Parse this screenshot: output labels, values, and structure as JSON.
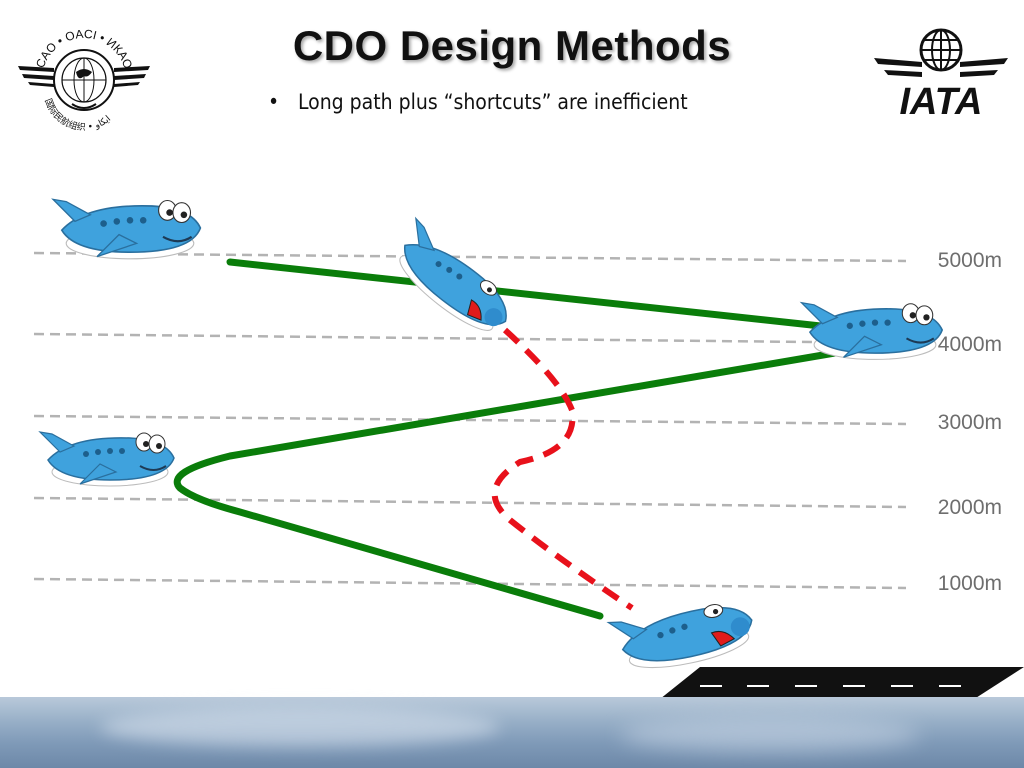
{
  "slide": {
    "title": "CDO Design Methods",
    "bullet": "Long path plus “shortcuts” are inefficient"
  },
  "logos": {
    "icao_ring_text": "ICAO • OACI • ИКАО",
    "icao_bottom_text": "国际民航组织 • ايكاو",
    "iata_text": "IATA"
  },
  "altitudes": [
    "5000m",
    "4000m",
    "3000m",
    "2000m",
    "1000m"
  ],
  "colors": {
    "efficient_path": "#0a7d0a",
    "inefficient_path": "#e8111b",
    "guide_line": "#b3b3b3",
    "plane_body": "#3fa2dd",
    "runway": "#111111"
  },
  "icons": [
    "icao-logo",
    "iata-logo",
    "cartoon-airplane-icon",
    "runway-icon"
  ]
}
